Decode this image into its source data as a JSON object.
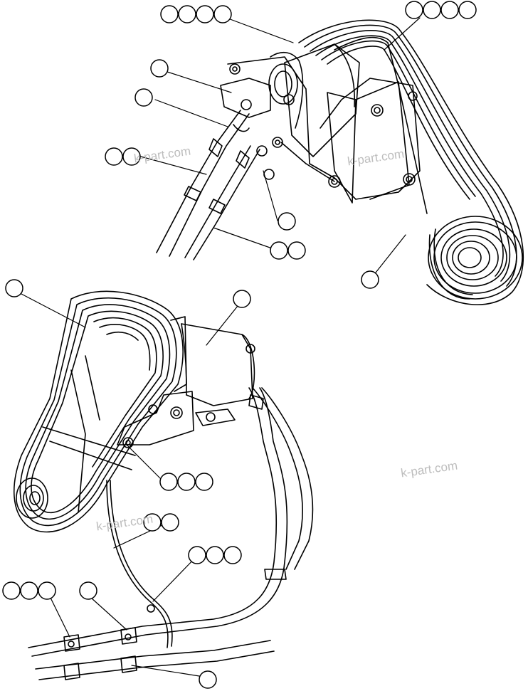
{
  "figure": {
    "watermarks": [
      "k-part.com",
      "k-part.com",
      "k-part.com",
      "k-part.com"
    ],
    "colors": {
      "line": "#000000",
      "background": "#ffffff",
      "watermark": "#bdbdbd"
    },
    "callout_groups": [
      {
        "name": "top-left-quad",
        "bubbles": 4
      },
      {
        "name": "top-right-quad",
        "bubbles": 4
      },
      {
        "name": "single-a",
        "bubbles": 1
      },
      {
        "name": "single-b",
        "bubbles": 1
      },
      {
        "name": "double-a",
        "bubbles": 2
      },
      {
        "name": "single-c",
        "bubbles": 1
      },
      {
        "name": "double-b",
        "bubbles": 2
      },
      {
        "name": "single-d",
        "bubbles": 1
      },
      {
        "name": "single-e",
        "bubbles": 1
      },
      {
        "name": "single-f",
        "bubbles": 1
      },
      {
        "name": "triple-a",
        "bubbles": 3
      },
      {
        "name": "double-c",
        "bubbles": 2
      },
      {
        "name": "triple-b",
        "bubbles": 3
      },
      {
        "name": "triple-c",
        "bubbles": 3
      },
      {
        "name": "single-g",
        "bubbles": 1
      },
      {
        "name": "single-h",
        "bubbles": 1
      }
    ]
  }
}
